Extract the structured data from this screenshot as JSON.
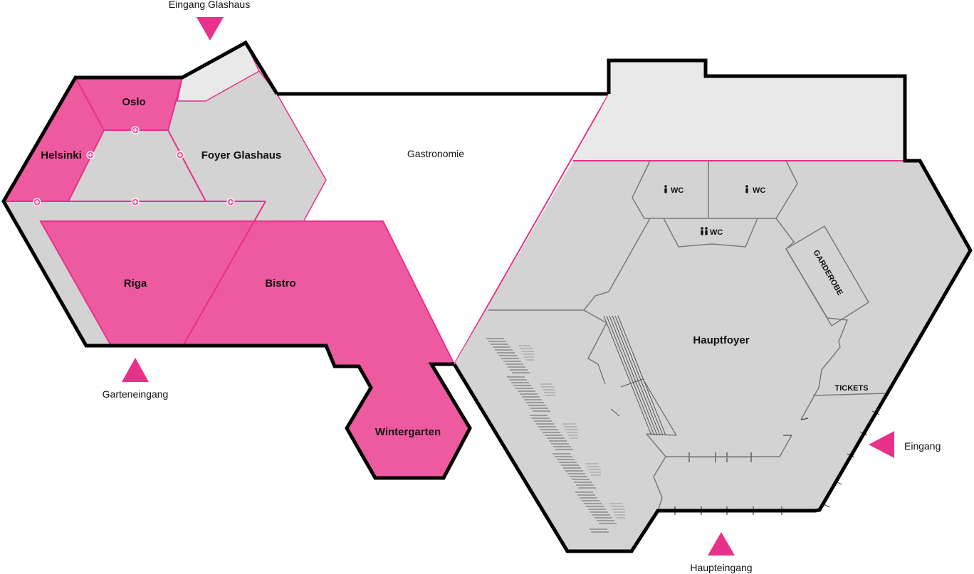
{
  "colors": {
    "magenta": "#EE5A9F",
    "magenta_line": "#E8318A",
    "grey_room": "#D3D3D3",
    "light_grey": "#E9E9E9",
    "outline": "#000000",
    "inner_line": "#7A7A7A"
  },
  "rooms": {
    "oslo": "Oslo",
    "helsinki": "Helsinki",
    "foyer_glashaus": "Foyer Glashaus",
    "riga": "Riga",
    "bistro": "Bistro",
    "wintergarten": "Wintergarten",
    "gastronomie": "Gastronomie",
    "hauptfoyer": "Hauptfoyer",
    "garderobe": "GARDEROBE",
    "tickets": "TICKETS",
    "wc_left": "WC",
    "wc_right": "WC",
    "wc_center": "WC"
  },
  "entrances": {
    "glashaus": "Eingang Glashaus",
    "garten": "Garteneingang",
    "eingang": "Eingang",
    "haupt": "Haupteingang"
  },
  "icons": {
    "entrance_marker": "triangle",
    "connection_marker": "plus-circle",
    "wc_person": "person-icon",
    "wc_accessible": "couple-icon"
  }
}
